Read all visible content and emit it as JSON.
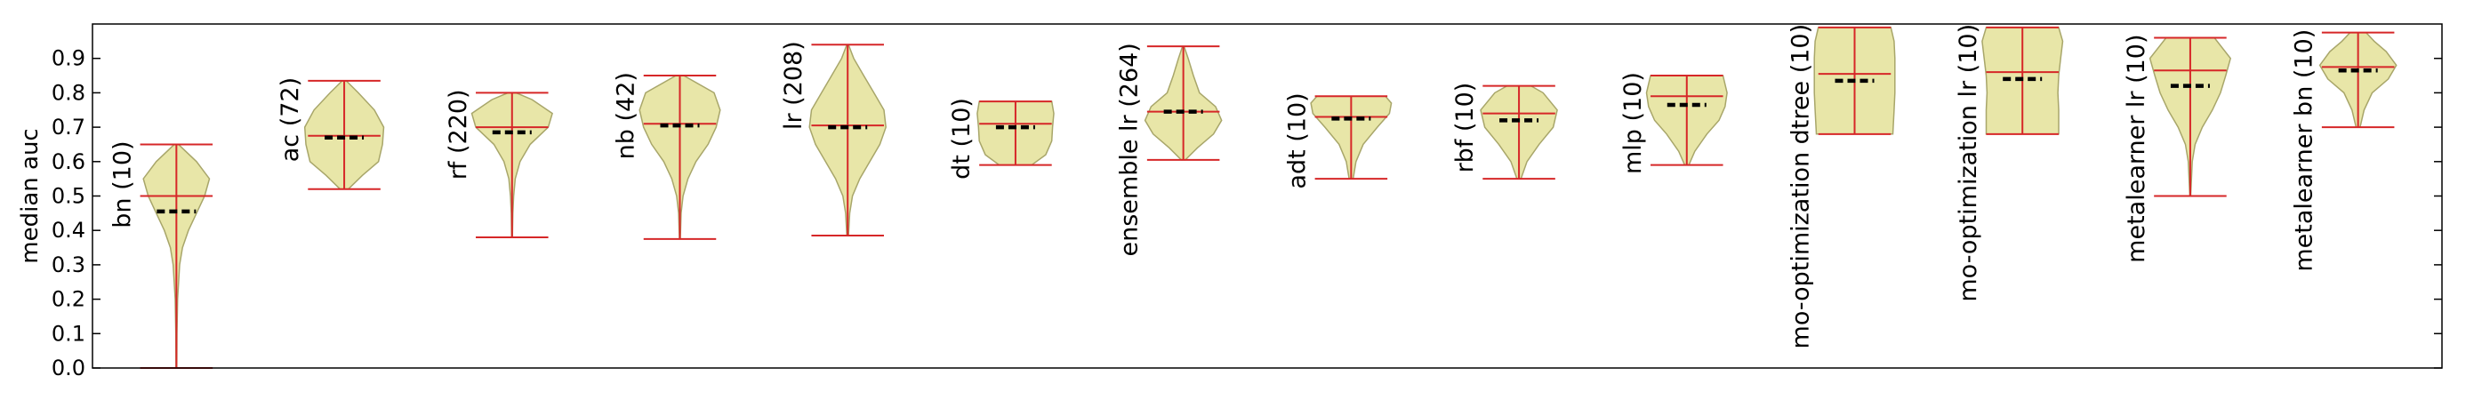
{
  "chart_data": {
    "type": "violin",
    "title": "",
    "xlabel": "",
    "ylabel": "median auc",
    "ylim": [
      0,
      1
    ],
    "yticks": [
      0.0,
      0.1,
      0.2,
      0.3,
      0.4,
      0.5,
      0.6,
      0.7,
      0.8,
      0.9
    ],
    "grid": false,
    "colors": {
      "fill": "#e8e6a8",
      "edge": "#a8a66a",
      "whisker": "#d62728",
      "mean_marker": "#000000"
    },
    "violins": [
      {
        "label": "bn (10)",
        "min": 0.0,
        "max": 0.65,
        "median": 0.5,
        "mean": 0.455,
        "shape": [
          [
            0.0,
            0.01
          ],
          [
            0.1,
            0.015
          ],
          [
            0.2,
            0.03
          ],
          [
            0.3,
            0.08
          ],
          [
            0.35,
            0.15
          ],
          [
            0.4,
            0.3
          ],
          [
            0.45,
            0.5
          ],
          [
            0.5,
            0.7
          ],
          [
            0.55,
            0.82
          ],
          [
            0.6,
            0.5
          ],
          [
            0.65,
            0.05
          ]
        ]
      },
      {
        "label": "ac (72)",
        "min": 0.52,
        "max": 0.835,
        "median": 0.675,
        "mean": 0.67,
        "shape": [
          [
            0.52,
            0.1
          ],
          [
            0.56,
            0.45
          ],
          [
            0.6,
            0.85
          ],
          [
            0.65,
            0.95
          ],
          [
            0.7,
            0.98
          ],
          [
            0.75,
            0.75
          ],
          [
            0.8,
            0.35
          ],
          [
            0.835,
            0.05
          ]
        ]
      },
      {
        "label": "rf (220)",
        "min": 0.38,
        "max": 0.8,
        "median": 0.7,
        "mean": 0.685,
        "shape": [
          [
            0.38,
            0.01
          ],
          [
            0.45,
            0.02
          ],
          [
            0.5,
            0.04
          ],
          [
            0.55,
            0.08
          ],
          [
            0.6,
            0.2
          ],
          [
            0.65,
            0.45
          ],
          [
            0.7,
            0.9
          ],
          [
            0.74,
            1.0
          ],
          [
            0.78,
            0.5
          ],
          [
            0.8,
            0.1
          ]
        ]
      },
      {
        "label": "nb (42)",
        "min": 0.375,
        "max": 0.85,
        "median": 0.71,
        "mean": 0.705,
        "shape": [
          [
            0.375,
            0.01
          ],
          [
            0.45,
            0.03
          ],
          [
            0.5,
            0.08
          ],
          [
            0.55,
            0.2
          ],
          [
            0.6,
            0.4
          ],
          [
            0.65,
            0.7
          ],
          [
            0.7,
            0.9
          ],
          [
            0.75,
            1.0
          ],
          [
            0.8,
            0.85
          ],
          [
            0.85,
            0.1
          ]
        ]
      },
      {
        "label": "lr (208)",
        "min": 0.385,
        "max": 0.94,
        "median": 0.705,
        "mean": 0.7,
        "shape": [
          [
            0.385,
            0.02
          ],
          [
            0.45,
            0.05
          ],
          [
            0.5,
            0.12
          ],
          [
            0.55,
            0.3
          ],
          [
            0.6,
            0.55
          ],
          [
            0.65,
            0.8
          ],
          [
            0.7,
            0.95
          ],
          [
            0.75,
            0.9
          ],
          [
            0.8,
            0.65
          ],
          [
            0.85,
            0.4
          ],
          [
            0.9,
            0.15
          ],
          [
            0.94,
            0.02
          ]
        ]
      },
      {
        "label": "dt (10)",
        "min": 0.59,
        "max": 0.775,
        "median": 0.71,
        "mean": 0.7,
        "shape": [
          [
            0.59,
            0.4
          ],
          [
            0.62,
            0.75
          ],
          [
            0.66,
            0.9
          ],
          [
            0.7,
            0.92
          ],
          [
            0.74,
            0.95
          ],
          [
            0.775,
            0.9
          ]
        ]
      },
      {
        "label": "ensemble lr (264)",
        "min": 0.605,
        "max": 0.935,
        "median": 0.745,
        "mean": 0.745,
        "shape": [
          [
            0.605,
            0.05
          ],
          [
            0.64,
            0.35
          ],
          [
            0.68,
            0.75
          ],
          [
            0.72,
            0.95
          ],
          [
            0.76,
            0.8
          ],
          [
            0.8,
            0.4
          ],
          [
            0.85,
            0.25
          ],
          [
            0.9,
            0.12
          ],
          [
            0.935,
            0.02
          ]
        ]
      },
      {
        "label": "adt (10)",
        "min": 0.55,
        "max": 0.79,
        "median": 0.73,
        "mean": 0.725,
        "shape": [
          [
            0.55,
            0.05
          ],
          [
            0.6,
            0.12
          ],
          [
            0.65,
            0.3
          ],
          [
            0.7,
            0.65
          ],
          [
            0.74,
            0.95
          ],
          [
            0.77,
            1.0
          ],
          [
            0.79,
            0.85
          ]
        ]
      },
      {
        "label": "rbf (10)",
        "min": 0.55,
        "max": 0.82,
        "median": 0.74,
        "mean": 0.72,
        "shape": [
          [
            0.55,
            0.05
          ],
          [
            0.6,
            0.2
          ],
          [
            0.65,
            0.5
          ],
          [
            0.7,
            0.85
          ],
          [
            0.75,
            0.95
          ],
          [
            0.8,
            0.6
          ],
          [
            0.82,
            0.3
          ]
        ]
      },
      {
        "label": "mlp (10)",
        "min": 0.59,
        "max": 0.85,
        "median": 0.79,
        "mean": 0.765,
        "shape": [
          [
            0.59,
            0.05
          ],
          [
            0.63,
            0.2
          ],
          [
            0.68,
            0.5
          ],
          [
            0.72,
            0.8
          ],
          [
            0.76,
            0.95
          ],
          [
            0.8,
            1.0
          ],
          [
            0.85,
            0.9
          ]
        ]
      },
      {
        "label": "mo-optimization dtree (10)",
        "min": 0.68,
        "max": 0.99,
        "median": 0.855,
        "mean": 0.835,
        "shape": [
          [
            0.68,
            0.95
          ],
          [
            0.75,
            0.98
          ],
          [
            0.8,
            1.0
          ],
          [
            0.85,
            1.0
          ],
          [
            0.9,
            1.0
          ],
          [
            0.95,
            0.98
          ],
          [
            0.99,
            0.9
          ]
        ]
      },
      {
        "label": "mo-optimization lr (10)",
        "min": 0.68,
        "max": 0.99,
        "median": 0.86,
        "mean": 0.84,
        "shape": [
          [
            0.68,
            0.9
          ],
          [
            0.75,
            0.9
          ],
          [
            0.8,
            0.88
          ],
          [
            0.85,
            0.9
          ],
          [
            0.9,
            0.95
          ],
          [
            0.95,
            1.0
          ],
          [
            0.99,
            0.9
          ]
        ]
      },
      {
        "label": "metalearner lr (10)",
        "min": 0.5,
        "max": 0.96,
        "median": 0.865,
        "mean": 0.82,
        "shape": [
          [
            0.5,
            0.01
          ],
          [
            0.6,
            0.05
          ],
          [
            0.65,
            0.12
          ],
          [
            0.7,
            0.3
          ],
          [
            0.75,
            0.55
          ],
          [
            0.8,
            0.75
          ],
          [
            0.85,
            0.88
          ],
          [
            0.9,
            1.0
          ],
          [
            0.96,
            0.6
          ]
        ]
      },
      {
        "label": "metalearner bn (10)",
        "min": 0.7,
        "max": 0.975,
        "median": 0.875,
        "mean": 0.865,
        "shape": [
          [
            0.7,
            0.05
          ],
          [
            0.75,
            0.15
          ],
          [
            0.8,
            0.35
          ],
          [
            0.84,
            0.75
          ],
          [
            0.88,
            0.95
          ],
          [
            0.92,
            0.7
          ],
          [
            0.95,
            0.4
          ],
          [
            0.975,
            0.2
          ]
        ]
      }
    ]
  }
}
